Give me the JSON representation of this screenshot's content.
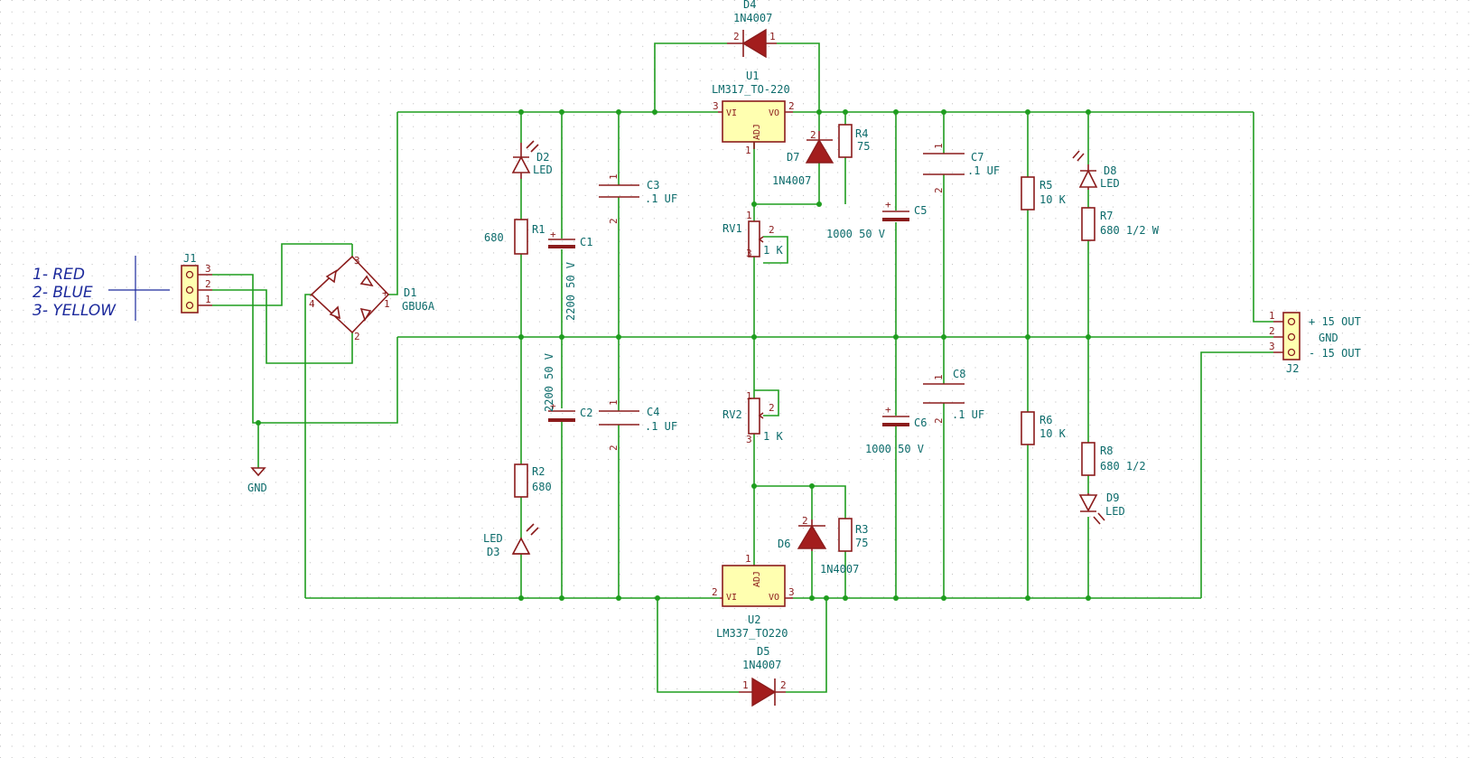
{
  "notes": [
    "1-  RED",
    "2-  BLUE",
    "3-  YELLOW"
  ],
  "j1": {
    "ref": "J1",
    "pins": [
      "3",
      "2",
      "1"
    ]
  },
  "gnd": {
    "label": "GND"
  },
  "d1": {
    "ref": "D1",
    "value": "GBU6A",
    "pins": {
      "plus": "+",
      "minus": "-",
      "p1": "1",
      "p2": "2",
      "p3": "3",
      "p4": "4"
    }
  },
  "u1": {
    "ref": "U1",
    "value": "LM317_TO-220",
    "vi": "VI",
    "vo": "VO",
    "adj": "ADJ",
    "pin_vi": "3",
    "pin_vo": "2",
    "pin_adj": "1"
  },
  "u2": {
    "ref": "U2",
    "value": "LM337_TO220",
    "vi": "VI",
    "vo": "VO",
    "adj": "ADJ",
    "pin_vi": "2",
    "pin_vo": "3",
    "pin_adj": "1"
  },
  "d4": {
    "ref": "D4",
    "value": "1N4007",
    "pin_a": "2",
    "pin_b": "1"
  },
  "d5": {
    "ref": "D5",
    "value": "1N4007",
    "pin_a": "1",
    "pin_b": "2"
  },
  "d7": {
    "ref": "D7",
    "value": "1N4007",
    "pin": "2"
  },
  "d6": {
    "ref": "D6",
    "value": "1N4007",
    "pin": "2"
  },
  "r4": {
    "ref": "R4",
    "value": "75"
  },
  "r3": {
    "ref": "R3",
    "value": "75"
  },
  "rv1": {
    "ref": "RV1",
    "value": "1 K",
    "p1": "1",
    "p2": "2",
    "p3": "3"
  },
  "rv2": {
    "ref": "RV2",
    "value": "1 K",
    "p1": "1",
    "p2": "2",
    "p3": "3"
  },
  "d2": {
    "ref": "D2",
    "value": "LED"
  },
  "d3": {
    "ref": "D3",
    "value": "LED"
  },
  "r1": {
    "ref": "R1",
    "value": "680"
  },
  "r2": {
    "ref": "R2",
    "value": "680"
  },
  "c1": {
    "ref": "C1",
    "value": "2200 50 V",
    "plus": "+"
  },
  "c2": {
    "ref": "C2",
    "value": "2200 50 V",
    "plus": "+"
  },
  "c3": {
    "ref": "C3",
    "value": ".1 UF",
    "p1": "1",
    "p2": "2"
  },
  "c4": {
    "ref": "C4",
    "value": ".1 UF",
    "p1": "1",
    "p2": "2"
  },
  "c5": {
    "ref": "C5",
    "value": "1000 50 V",
    "plus": "+"
  },
  "c6": {
    "ref": "C6",
    "value": "1000 50 V",
    "plus": "+"
  },
  "c7": {
    "ref": "C7",
    "value": ".1 UF",
    "p1": "1",
    "p2": "2"
  },
  "c8": {
    "ref": "C8",
    "value": ".1 UF",
    "p1": "1",
    "p2": "2"
  },
  "r5": {
    "ref": "R5",
    "value": "10 K"
  },
  "r6": {
    "ref": "R6",
    "value": "10 K"
  },
  "d8": {
    "ref": "D8",
    "value": "LED"
  },
  "d9": {
    "ref": "D9",
    "value": "LED"
  },
  "r7": {
    "ref": "R7",
    "value": "680 1/2 W"
  },
  "r8": {
    "ref": "R8",
    "value": "680 1/2"
  },
  "j2": {
    "ref": "J2",
    "pins": [
      "1",
      "2",
      "3"
    ],
    "labels": [
      "+ 15 OUT",
      "GND",
      "- 15 OUT"
    ]
  }
}
